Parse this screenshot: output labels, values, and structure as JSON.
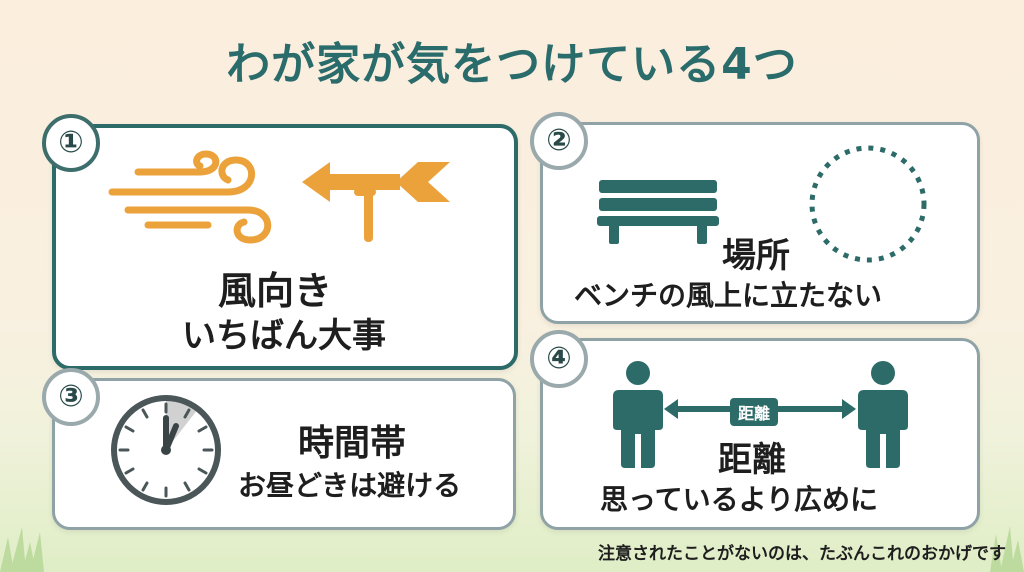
{
  "title": "わが家が気をつけている4つ",
  "cards": [
    {
      "number": "①",
      "heading": "風向き",
      "sub": "いちばん大事",
      "icons": [
        "wind-icon",
        "weather-vane-icon"
      ]
    },
    {
      "number": "②",
      "heading": "場所",
      "sub": "ベンチの風上に立たない",
      "icons": [
        "bench-icon",
        "dotted-circle-icon"
      ]
    },
    {
      "number": "③",
      "heading": "時間帯",
      "sub": "お昼どきは避ける",
      "icons": [
        "clock-icon"
      ]
    },
    {
      "number": "④",
      "heading": "距離",
      "sub": "思っているより広めに",
      "distance_tag": "距離",
      "icons": [
        "person-icon",
        "double-arrow-icon",
        "person-icon"
      ]
    }
  ],
  "footer": "注意されたことがないのは、たぶんこれのおかげです",
  "colors": {
    "teal": "#2c6b68",
    "orange": "#eba23a",
    "title": "#2a6b6b",
    "border_muted": "#8fa3a7"
  }
}
